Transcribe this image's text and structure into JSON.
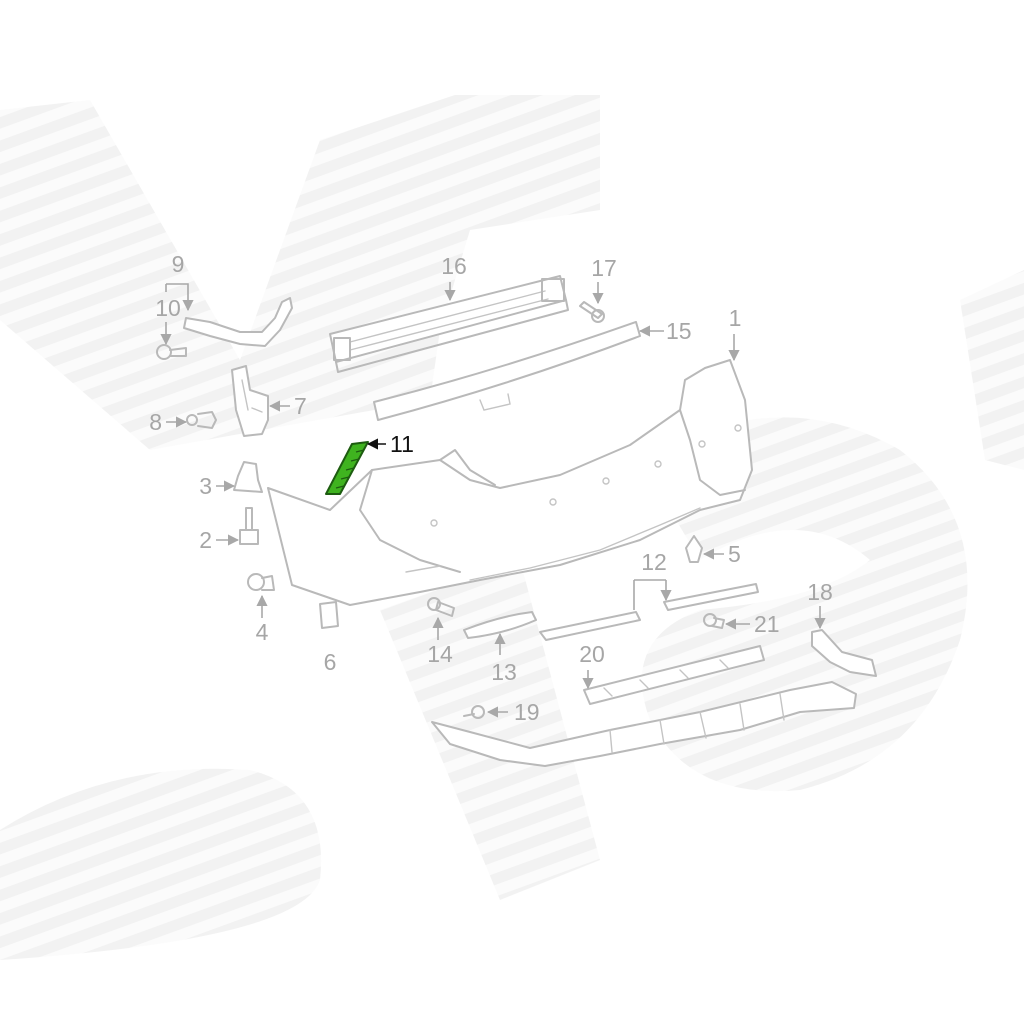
{
  "diagram": {
    "highlight_color": "#3fb31f",
    "highlighted_part": "11",
    "callouts": [
      {
        "id": "c1",
        "text": "1"
      },
      {
        "id": "c2",
        "text": "2"
      },
      {
        "id": "c3",
        "text": "3"
      },
      {
        "id": "c4",
        "text": "4"
      },
      {
        "id": "c5",
        "text": "5"
      },
      {
        "id": "c6",
        "text": "6"
      },
      {
        "id": "c7",
        "text": "7"
      },
      {
        "id": "c8",
        "text": "8"
      },
      {
        "id": "c9",
        "text": "9"
      },
      {
        "id": "c10",
        "text": "10"
      },
      {
        "id": "c11",
        "text": "11"
      },
      {
        "id": "c12",
        "text": "12"
      },
      {
        "id": "c13",
        "text": "13"
      },
      {
        "id": "c14",
        "text": "14"
      },
      {
        "id": "c15",
        "text": "15"
      },
      {
        "id": "c16",
        "text": "16"
      },
      {
        "id": "c17",
        "text": "17"
      },
      {
        "id": "c18",
        "text": "18"
      },
      {
        "id": "c19",
        "text": "19"
      },
      {
        "id": "c20",
        "text": "20"
      },
      {
        "id": "c21",
        "text": "21"
      }
    ]
  }
}
